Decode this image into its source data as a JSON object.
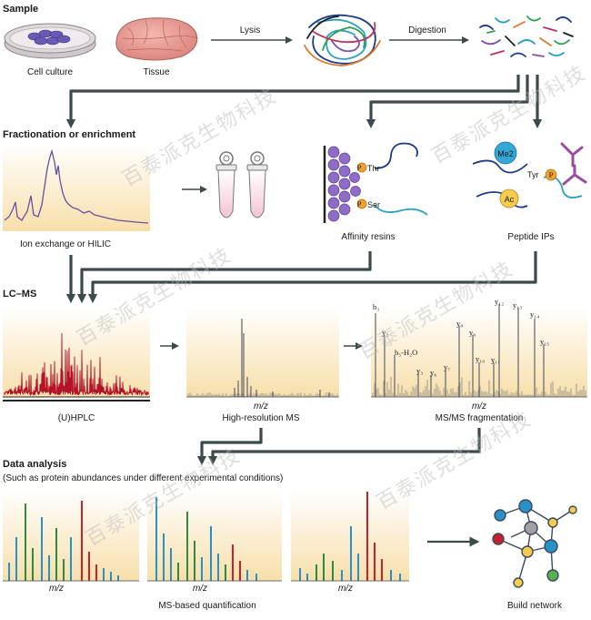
{
  "sections": {
    "sample": "Sample",
    "fractionation": "Fractionation or enrichment",
    "lcms": "LC–MS",
    "data_analysis": "Data analysis",
    "data_analysis_note": "(Such as protein abundances under different experimental conditions)"
  },
  "labels": {
    "cell_culture": "Cell culture",
    "tissue": "Tissue",
    "lysis": "Lysis",
    "digestion": "Digestion",
    "ion_exchange": "Ion exchange or HILIC",
    "affinity_resins": "Affinity resins",
    "peptide_ips": "Peptide IPs",
    "uhplc": "(U)HPLC",
    "high_res_ms": "High-resolution MS",
    "msms_fragmentation": "MS/MS fragmentation",
    "mz": "m/z",
    "ms_quant": "MS-based quantification",
    "build_network": "Build network"
  },
  "ptm": {
    "thr": "Thr",
    "ser": "Ser",
    "p": "P",
    "me2": "Me2",
    "ac": "Ac",
    "tyr": "Tyr"
  },
  "ions": {
    "b3": "b₃",
    "y2": "y₂",
    "b5_h2o": "b₅-H₂O",
    "y3": "y₃",
    "y6": "y₆",
    "y7": "y₇",
    "y8": "y₈",
    "y9": "y₉",
    "y10": "y₁₀",
    "y11": "y₁₁",
    "y12": "y₁₂",
    "y13": "y₁₃",
    "y14": "y₁₄",
    "y15": "y₁₅"
  },
  "watermark": "百泰派克生物科技",
  "colors": {
    "chromatogram": "#6b4fa0",
    "lc_trace": "#b5122a",
    "green": "#2e8b3e",
    "red": "#c8202c",
    "blue": "#2a90c8",
    "orange": "#f0a030",
    "arrow": "#3c4a4c",
    "panel_bg": "#f8e4b8"
  }
}
